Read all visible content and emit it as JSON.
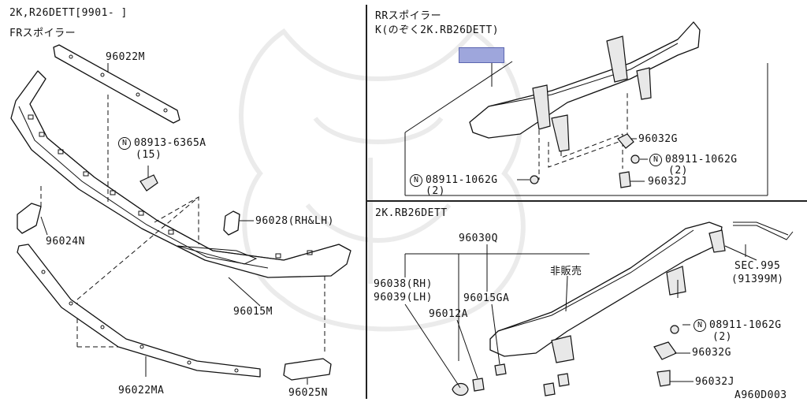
{
  "header": {
    "model": "2K,R26DETT[9901-        ]",
    "front_title": "FRスポイラー"
  },
  "rear_section": {
    "title": "RRスポイラー",
    "subtitle": "K(のぞく2K.RB26DETT)"
  },
  "lower_section": {
    "title": "2K.RB26DETT"
  },
  "parts": {
    "p96022M": "96022M",
    "p08913": "08913-6365A",
    "p08913_qty": "(15)",
    "p96024N": "96024N",
    "p96028": "96028(RH&LH)",
    "p96015M": "96015M",
    "p96022MA": "96022MA",
    "p96025N": "96025N",
    "p96032G_top": "96032G",
    "p08911_top": "08911-1062G",
    "p08911_top_qty": "(2)",
    "p08911_left": "08911-1062G",
    "p08911_left_qty": "(2)",
    "p96032J_top": "96032J",
    "p96030Q": "96030Q",
    "not_sold": "非販売",
    "p96038": "96038(RH)",
    "p96039": "96039(LH)",
    "p96015GA": "96015GA",
    "p96012A": "96012A",
    "sec995": "SEC.995",
    "sec995_sub": "(91399M)",
    "p08911_bottom": "08911-1062G",
    "p08911_bottom_qty": "(2)",
    "p96032G_bottom": "96032G",
    "p96032J_bottom": "96032J"
  },
  "n_mark": "N",
  "diagram_code": "A960D003"
}
